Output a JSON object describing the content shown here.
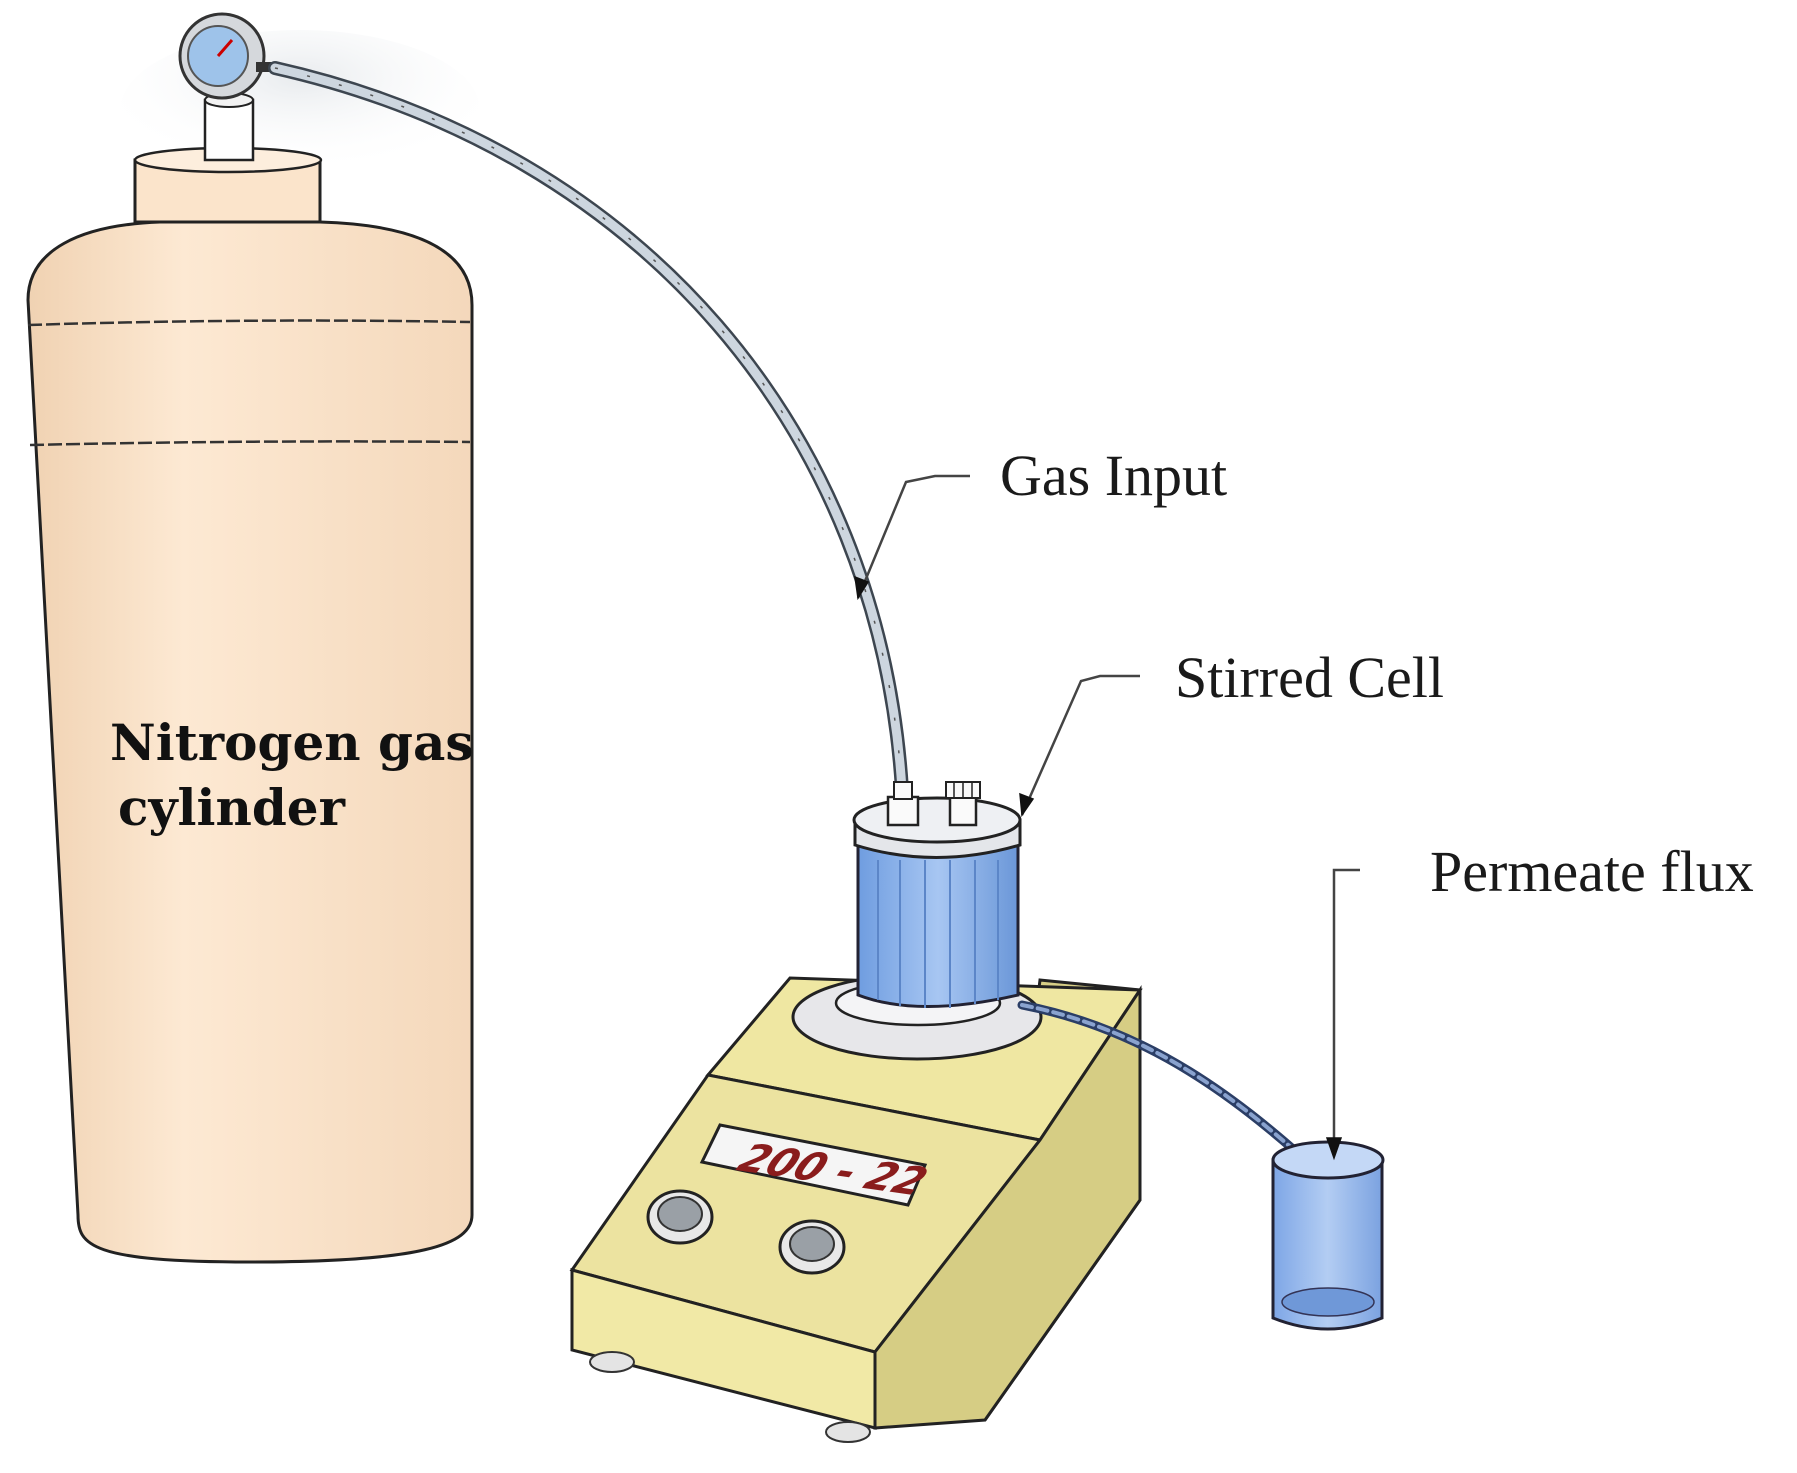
{
  "labels": {
    "cylinder_line1": "Nitrogen gas",
    "cylinder_line2": "cylinder",
    "gas_input": "Gas Input",
    "stirred_cell": "Stirred Cell",
    "permeate_flux": "Permeate flux"
  },
  "display": {
    "readout": "200 - 22"
  },
  "colors": {
    "cylinder_body": "#fbe4cb",
    "stirrer_base": "#efe7a2",
    "cell_glass": "#7fa9e6",
    "beaker": "#8fb4ee",
    "tube": "#c9d3dc"
  }
}
